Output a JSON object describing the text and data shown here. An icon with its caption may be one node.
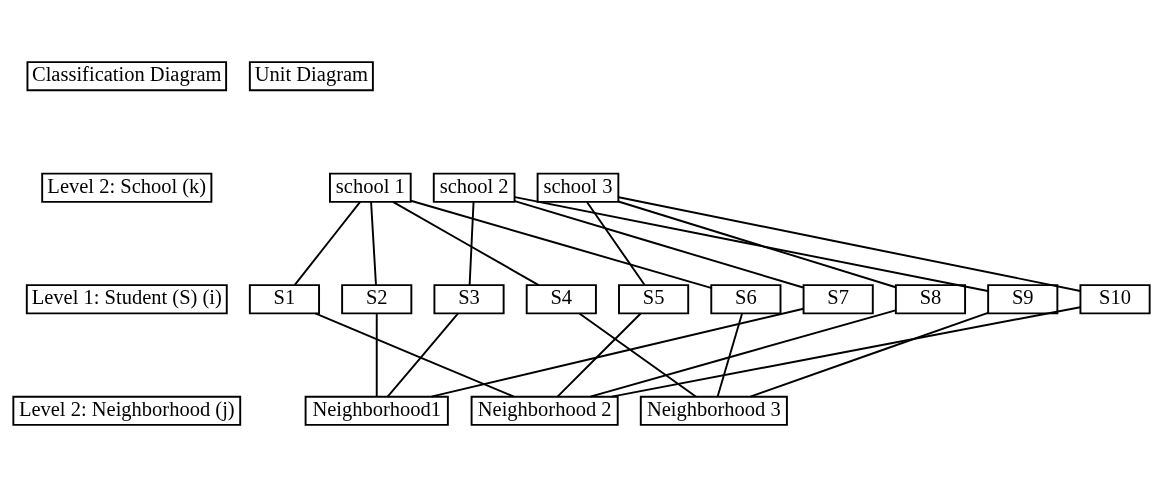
{
  "diagram": {
    "nodes": [
      {
        "text": [
          "Classification Diagram"
        ]
      },
      {
        "text": [
          "Unit Diagram"
        ]
      },
      {
        "text": [
          "Level 2: School (k)"
        ]
      },
      {
        "text": [
          "school 1"
        ]
      },
      {
        "text": [
          "school 2"
        ]
      },
      {
        "text": [
          "school 3"
        ]
      },
      {
        "text": [
          "Level 1: Student (S) (i)"
        ]
      },
      {
        "text": [
          "S1"
        ]
      },
      {
        "text": [
          "S2"
        ]
      },
      {
        "text": [
          "S3"
        ]
      },
      {
        "text": [
          "S4"
        ]
      },
      {
        "text": [
          "S5"
        ]
      },
      {
        "text": [
          "S6"
        ]
      },
      {
        "text": [
          "S7"
        ]
      },
      {
        "text": [
          "S8"
        ]
      },
      {
        "text": [
          "S9"
        ]
      },
      {
        "text": [
          "S10"
        ]
      },
      {
        "text": [
          "Level 2: Neighborhood (j)"
        ]
      },
      {
        "text": [
          "Neighborhood1"
        ]
      },
      {
        "text": [
          "Neighborhood 2"
        ]
      },
      {
        "text": [
          "Neighborhood 3"
        ]
      }
    ],
    "edges": [
      {
        "from": 3,
        "to": 7,
        "arrow": "none"
      },
      {
        "from": 3,
        "to": 8,
        "arrow": "none"
      },
      {
        "from": 3,
        "to": 10,
        "arrow": "none"
      },
      {
        "from": 3,
        "to": 12,
        "arrow": "none"
      },
      {
        "from": 4,
        "to": 9,
        "arrow": "none"
      },
      {
        "from": 4,
        "to": 13,
        "arrow": "none"
      },
      {
        "from": 4,
        "to": 15,
        "arrow": "none"
      },
      {
        "from": 5,
        "to": 11,
        "arrow": "none"
      },
      {
        "from": 5,
        "to": 14,
        "arrow": "none"
      },
      {
        "from": 5,
        "to": 16,
        "arrow": "none"
      },
      {
        "from": 7,
        "to": 19,
        "arrow": "none"
      },
      {
        "from": 8,
        "to": 18,
        "arrow": "none"
      },
      {
        "from": 9,
        "to": 18,
        "arrow": "none"
      },
      {
        "from": 10,
        "to": 20,
        "arrow": "none"
      },
      {
        "from": 11,
        "to": 19,
        "arrow": "none"
      },
      {
        "from": 12,
        "to": 20,
        "arrow": "none"
      },
      {
        "from": 13,
        "to": 18,
        "arrow": "none"
      },
      {
        "from": 14,
        "to": 19,
        "arrow": "none"
      },
      {
        "from": 15,
        "to": 20,
        "arrow": "none"
      },
      {
        "from": 16,
        "to": 19,
        "arrow": "none"
      }
    ]
  }
}
